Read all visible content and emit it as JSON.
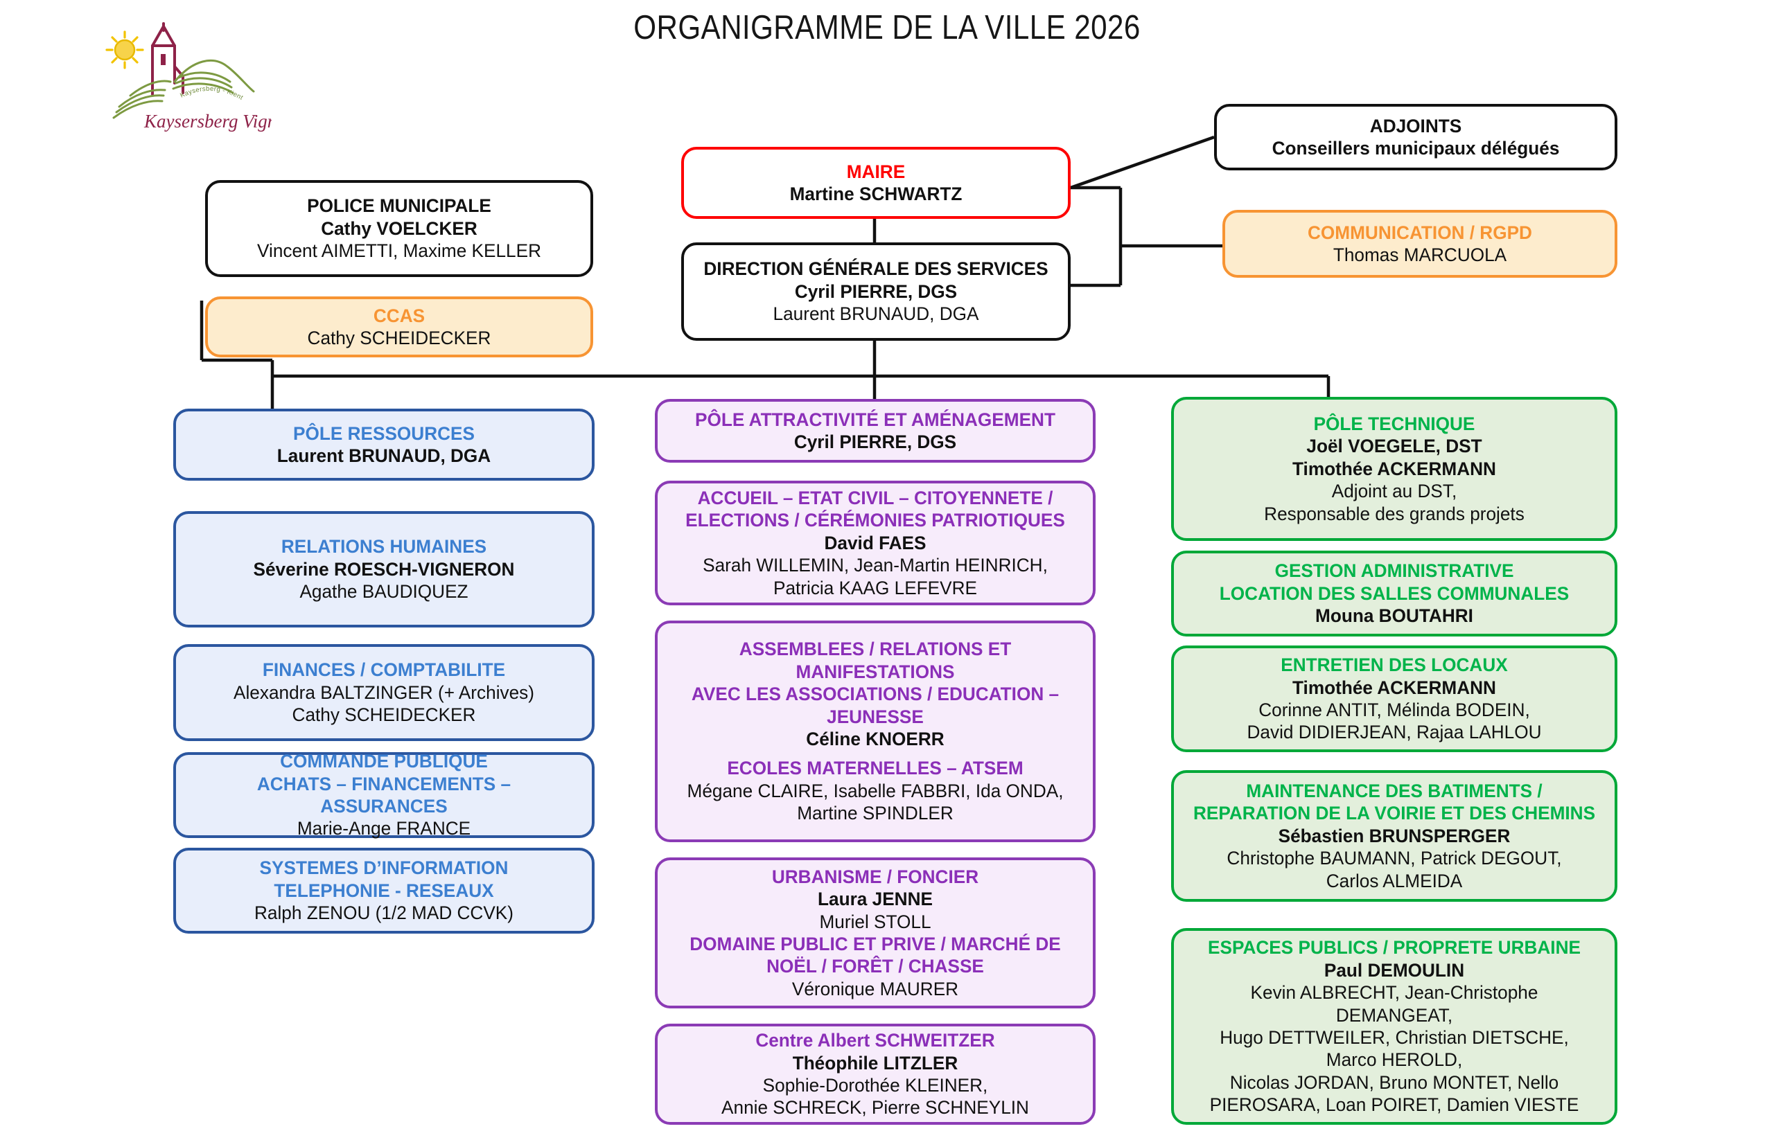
{
  "page": {
    "title": "ORGANIGRAMME DE LA VILLE 2026",
    "logo_name": "Kaysersberg Vignoble",
    "logo_tagline": "Kaysersberg - Kientzheim - Sigolsheim"
  },
  "colors": {
    "red": "#fe0000",
    "orange": "#f79433",
    "orange_fill": "#fdeccd",
    "blue": "#3c7fd0",
    "blue_border": "#2b569f",
    "blue_fill": "#e8eefb",
    "purple": "#8b2fb8",
    "purple_border": "#8b3bb5",
    "purple_fill": "#f7ecfb",
    "green": "#00b34a",
    "green_border": "#00a838",
    "green_fill": "#e3efdc",
    "black": "#111111"
  },
  "nodes": {
    "maire": {
      "header": "MAIRE",
      "name": "Martine SCHWARTZ"
    },
    "adjoints": {
      "header": "ADJOINTS",
      "name": "Conseillers municipaux délégués"
    },
    "dgs": {
      "header": "DIRECTION GÉNÉRALE DES SERVICES",
      "name": "Cyril PIERRE, DGS",
      "sub": "Laurent BRUNAUD, DGA"
    },
    "communication": {
      "header": "COMMUNICATION / RGPD",
      "sub": "Thomas MARCUOLA"
    },
    "police": {
      "header": "POLICE MUNICIPALE",
      "name": "Cathy VOELCKER",
      "sub": "Vincent AIMETTI, Maxime KELLER"
    },
    "ccas": {
      "header": "CCAS",
      "sub": "Cathy SCHEIDECKER"
    }
  },
  "poles": {
    "ressources": {
      "head": {
        "header": "PÔLE RESSOURCES",
        "name": "Laurent BRUNAUD, DGA"
      },
      "items": [
        {
          "header": "RELATIONS HUMAINES",
          "name": "Séverine ROESCH-VIGNERON",
          "sub": "Agathe BAUDIQUEZ"
        },
        {
          "header": "FINANCES / COMPTABILITE",
          "sub": "Alexandra BALTZINGER (+ Archives)\nCathy SCHEIDECKER"
        },
        {
          "header": "COMMANDE PUBLIQUE",
          "header2": "ACHATS – FINANCEMENTS – ASSURANCES",
          "sub": "Marie-Ange FRANCE"
        },
        {
          "header": "SYSTEMES D’INFORMATION",
          "header2": "TELEPHONIE - RESEAUX",
          "sub": "Ralph ZENOU (1/2 MAD CCVK)"
        }
      ]
    },
    "attractivite": {
      "head": {
        "header": "PÔLE ATTRACTIVITÉ ET AMÉNAGEMENT",
        "name": "Cyril PIERRE, DGS"
      },
      "items": [
        {
          "header": "ACCUEIL – ETAT CIVIL – CITOYENNETE /",
          "header2": "ELECTIONS / CÉRÉMONIES PATRIOTIQUES",
          "name": "David FAES",
          "sub": "Sarah WILLEMIN, Jean-Martin HEINRICH,\nPatricia KAAG LEFEVRE"
        },
        {
          "header": "ASSEMBLEES / RELATIONS ET",
          "header2": "MANIFESTATIONS",
          "header3": "AVEC LES ASSOCIATIONS / EDUCATION –",
          "header4": "JEUNESSE",
          "name": "Céline KNOERR",
          "header5": "ECOLES MATERNELLES  – ATSEM",
          "sub": "Mégane CLAIRE, Isabelle FABBRI, Ida ONDA,\nMartine SPINDLER"
        },
        {
          "header": "URBANISME / FONCIER",
          "name": "Laura JENNE",
          "sub": "Muriel STOLL",
          "header2": "DOMAINE PUBLIC ET PRIVE / MARCHÉ DE",
          "header3": "NOËL / FORÊT / CHASSE",
          "sub2": "Véronique MAURER"
        },
        {
          "header": "Centre Albert SCHWEITZER",
          "name": "Théophile LITZLER",
          "sub": "Sophie-Dorothée KLEINER,\nAnnie SCHRECK, Pierre SCHNEYLIN"
        }
      ]
    },
    "technique": {
      "head": {
        "header": "PÔLE TECHNIQUE",
        "name": "Joël VOEGELE, DST",
        "name2": "Timothée ACKERMANN",
        "sub": "Adjoint au DST,\nResponsable des grands projets"
      },
      "items": [
        {
          "header": "GESTION ADMINISTRATIVE",
          "header2": "LOCATION DES SALLES COMMUNALES",
          "name": "Mouna BOUTAHRI"
        },
        {
          "header": "ENTRETIEN DES LOCAUX",
          "name": "Timothée ACKERMANN",
          "sub": "Corinne ANTIT, Mélinda BODEIN,\nDavid DIDIERJEAN, Rajaa LAHLOU"
        },
        {
          "header": "MAINTENANCE DES BATIMENTS /",
          "header2": "REPARATION DE LA VOIRIE ET DES CHEMINS",
          "name": "Sébastien BRUNSPERGER",
          "sub": "Christophe BAUMANN, Patrick DEGOUT,\nCarlos ALMEIDA"
        },
        {
          "header": "ESPACES PUBLICS / PROPRETE URBAINE",
          "name": "Paul DEMOULIN",
          "sub": "Kevin ALBRECHT, Jean-Christophe DEMANGEAT,\nHugo DETTWEILER, Christian DIETSCHE,\nMarco HEROLD,\nNicolas JORDAN, Bruno MONTET, Nello\nPIEROSARA, Loan POIRET, Damien VIESTE"
        }
      ]
    }
  }
}
